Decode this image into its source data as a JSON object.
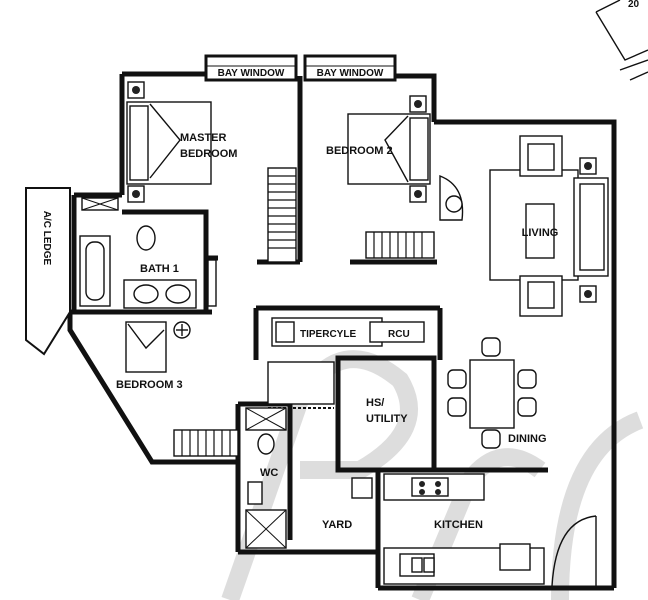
{
  "floor_plan": {
    "rooms": {
      "master_bedroom_line1": "MASTER",
      "master_bedroom_line2": "BEDROOM",
      "bedroom_2": "BEDROOM 2",
      "bedroom_3": "BEDROOM 3",
      "bath_1": "BATH 1",
      "living": "LIVING",
      "dining": "DINING",
      "kitchen": "KITCHEN",
      "yard": "YARD",
      "wc": "WC",
      "hs_utility_line1": "HS/",
      "hs_utility_line2": "UTILITY",
      "ac_ledge": "A/C LEDGE",
      "bay_window_1": "BAY WINDOW",
      "bay_window_2": "BAY WINDOW"
    },
    "fragments": {
      "corner_number": "20",
      "service_label_1": "TIPERCYLE",
      "service_label_2": "RCU"
    }
  }
}
